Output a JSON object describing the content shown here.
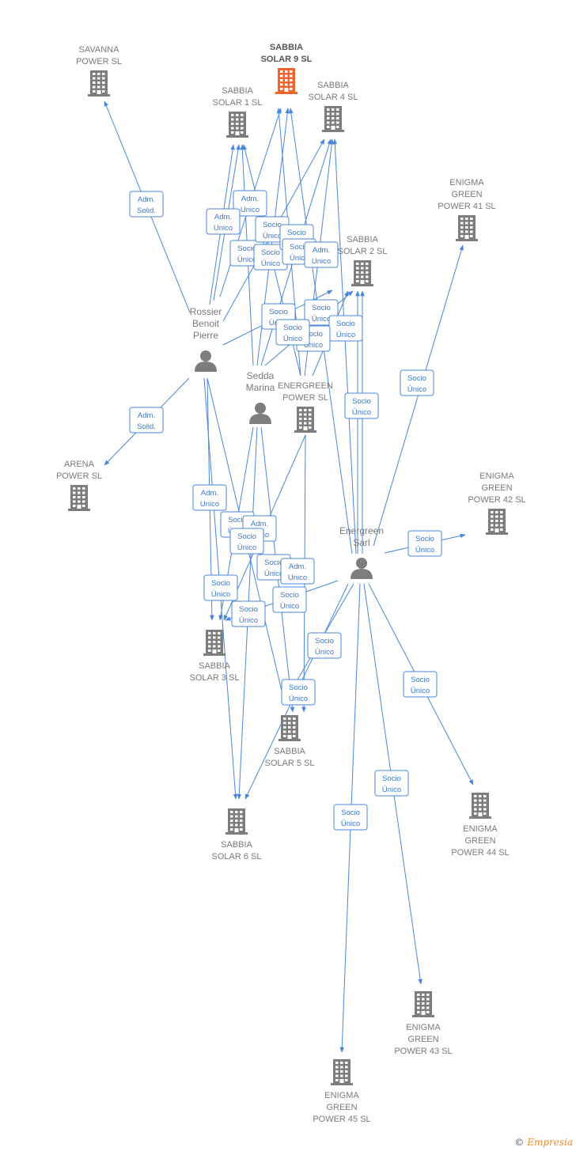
{
  "colors": {
    "edge": "#4a86d8",
    "building": "#7d7d7d",
    "highlight": "#f0642e",
    "person": "#7d7d7d",
    "badge_text": "#3b78d0"
  },
  "nodes": {
    "savanna": {
      "lines": [
        "SAVANNA",
        "POWER  SL"
      ],
      "type": "building"
    },
    "sabbia9": {
      "lines": [
        "SABBIA",
        "SOLAR 9  SL"
      ],
      "type": "building",
      "highlight": true
    },
    "sabbia1": {
      "lines": [
        "SABBIA",
        "SOLAR 1  SL"
      ],
      "type": "building"
    },
    "sabbia4": {
      "lines": [
        "SABBIA",
        "SOLAR 4  SL"
      ],
      "type": "building"
    },
    "enigma41": {
      "lines": [
        "ENIGMA",
        "GREEN",
        "POWER 41  SL"
      ],
      "type": "building"
    },
    "sabbia2": {
      "lines": [
        "SABBIA",
        "SOLAR 2  SL"
      ],
      "type": "building"
    },
    "rossier": {
      "lines": [
        "Rossier",
        "Benoit",
        "Pierre"
      ],
      "type": "person"
    },
    "sedda": {
      "lines": [
        "Sedda",
        "Marina"
      ],
      "type": "person"
    },
    "energreen_power": {
      "lines": [
        "ENERGREEN",
        "POWER  SL"
      ],
      "type": "building"
    },
    "arena": {
      "lines": [
        "ARENA",
        "POWER  SL"
      ],
      "type": "building"
    },
    "enigma42": {
      "lines": [
        "ENIGMA",
        "GREEN",
        "POWER 42  SL"
      ],
      "type": "building"
    },
    "energreen_sarl": {
      "lines": [
        "Energreen",
        "Sarl"
      ],
      "type": "person"
    },
    "sabbia3": {
      "lines": [
        "SABBIA",
        "SOLAR 3  SL"
      ],
      "type": "building"
    },
    "sabbia5": {
      "lines": [
        "SABBIA",
        "SOLAR 5  SL"
      ],
      "type": "building"
    },
    "sabbia6": {
      "lines": [
        "SABBIA",
        "SOLAR 6  SL"
      ],
      "type": "building"
    },
    "enigma44": {
      "lines": [
        "ENIGMA",
        "GREEN",
        "POWER 44  SL"
      ],
      "type": "building"
    },
    "enigma43": {
      "lines": [
        "ENIGMA",
        "GREEN",
        "POWER 43  SL"
      ],
      "type": "building"
    },
    "enigma45": {
      "lines": [
        "ENIGMA",
        "GREEN",
        "POWER 45  SL"
      ],
      "type": "building"
    }
  },
  "badges": [
    [
      "Adm.",
      "Solid."
    ],
    [
      "Adm.",
      "Unico"
    ],
    [
      "Adm.",
      "Unico"
    ],
    [
      "Socio",
      "Único"
    ],
    [
      "Socio",
      "Único"
    ],
    [
      "Socio",
      "Único"
    ],
    [
      "Socio",
      "Único"
    ],
    [
      "Socio",
      "Único"
    ],
    [
      "Adm.",
      "Unico"
    ],
    [
      "Socio",
      "Único"
    ],
    [
      "Socio",
      "Único"
    ],
    [
      "Socio",
      "Único"
    ],
    [
      "Socio",
      "Único"
    ],
    [
      "Socio",
      "Único"
    ],
    [
      "Socio",
      "Único"
    ],
    [
      "Adm.",
      "Solid."
    ],
    [
      "Adm.",
      "Unico"
    ],
    [
      "Socio",
      "Único"
    ],
    [
      "Socio",
      "Único"
    ],
    [
      "Adm.",
      "Unico"
    ],
    [
      "Socio",
      "Único"
    ],
    [
      "Socio",
      "Único"
    ],
    [
      "Adm.",
      "Unico"
    ],
    [
      "Socio",
      "Único"
    ],
    [
      "Socio",
      "Único"
    ],
    [
      "Socio",
      "Único"
    ],
    [
      "Socio",
      "Único"
    ],
    [
      "Socio",
      "Único"
    ],
    [
      "Socio",
      "Único"
    ],
    [
      "Socio",
      "Único"
    ],
    [
      "Socio",
      "Único"
    ],
    [
      "Socio",
      "Único"
    ]
  ],
  "footer": {
    "copyright": "©",
    "brand": "Empresia"
  }
}
